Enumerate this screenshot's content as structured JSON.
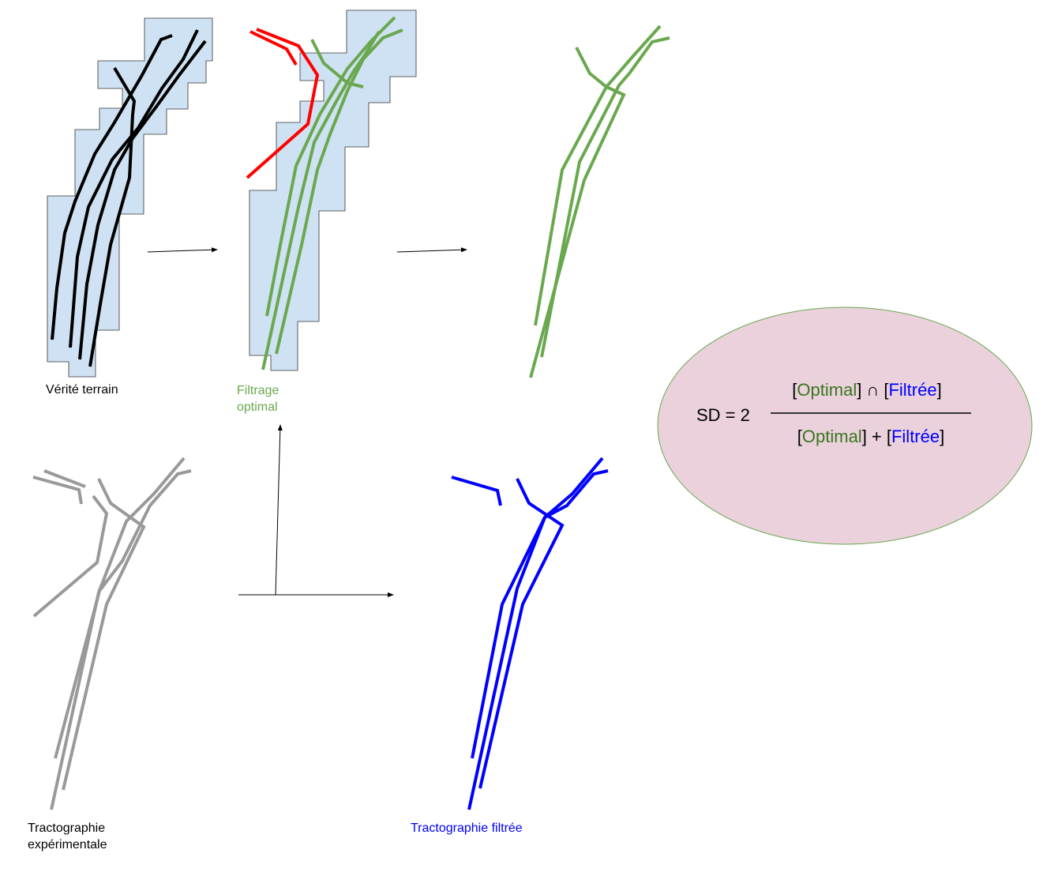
{
  "labels": {
    "ground_truth": "Vérité terrain",
    "optimal_filtering": "Filtrage\noptimal",
    "experimental_tractography": "Tractographie\nexpérimentale",
    "filtered_tractography": "Tractographie filtrée"
  },
  "formula": {
    "lhs": "SD = 2",
    "num_open": "[",
    "num_optimal": "Optimal",
    "num_mid": "] ∩ [",
    "num_filtered": "Filtrée",
    "num_close": "]",
    "den_open": "[",
    "den_optimal": "Optimal",
    "den_mid": "] + [",
    "den_filtered": "Filtrée",
    "den_close": "]"
  },
  "colors": {
    "mask_fill": "#cfe2f3",
    "ground_truth_lines": "#000000",
    "rejected_lines": "#ff0000",
    "optimal_lines": "#6aa84f",
    "experimental_lines": "#999999",
    "filtered_lines": "#0000ff",
    "ellipse_fill": "#ead1dc",
    "ellipse_stroke": "#6aa84f",
    "optimal_text": "#38761d",
    "filtered_text": "#0000ff"
  }
}
